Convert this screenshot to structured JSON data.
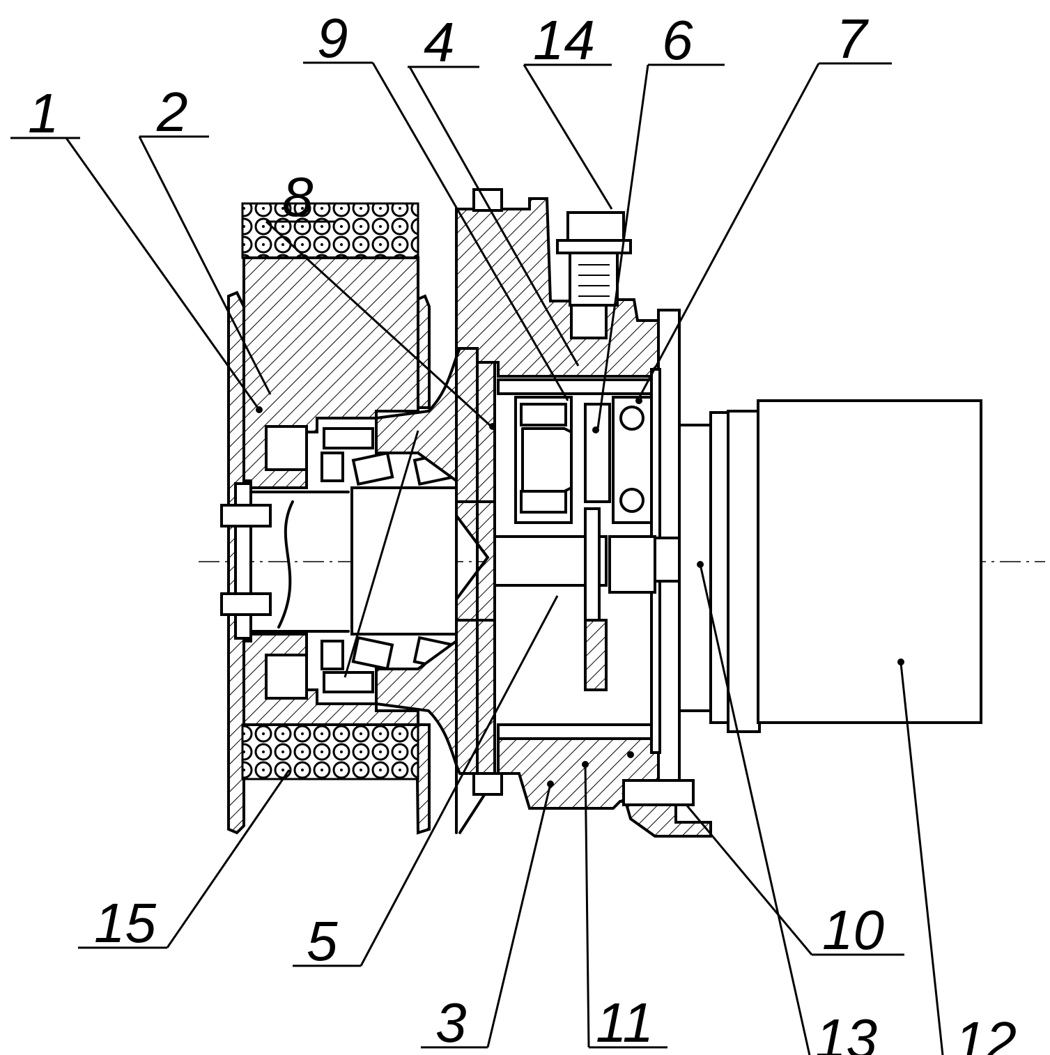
{
  "drawing": {
    "labels": [
      {
        "id": "1",
        "text": "1"
      },
      {
        "id": "2",
        "text": "2"
      },
      {
        "id": "3",
        "text": "3"
      },
      {
        "id": "4",
        "text": "4"
      },
      {
        "id": "5",
        "text": "5"
      },
      {
        "id": "6",
        "text": "6"
      },
      {
        "id": "7",
        "text": "7"
      },
      {
        "id": "8",
        "text": "8"
      },
      {
        "id": "9",
        "text": "9"
      },
      {
        "id": "10",
        "text": "10"
      },
      {
        "id": "11",
        "text": "11"
      },
      {
        "id": "12",
        "text": "12"
      },
      {
        "id": "13",
        "text": "13"
      },
      {
        "id": "14",
        "text": "14"
      },
      {
        "id": "15",
        "text": "15"
      }
    ]
  }
}
